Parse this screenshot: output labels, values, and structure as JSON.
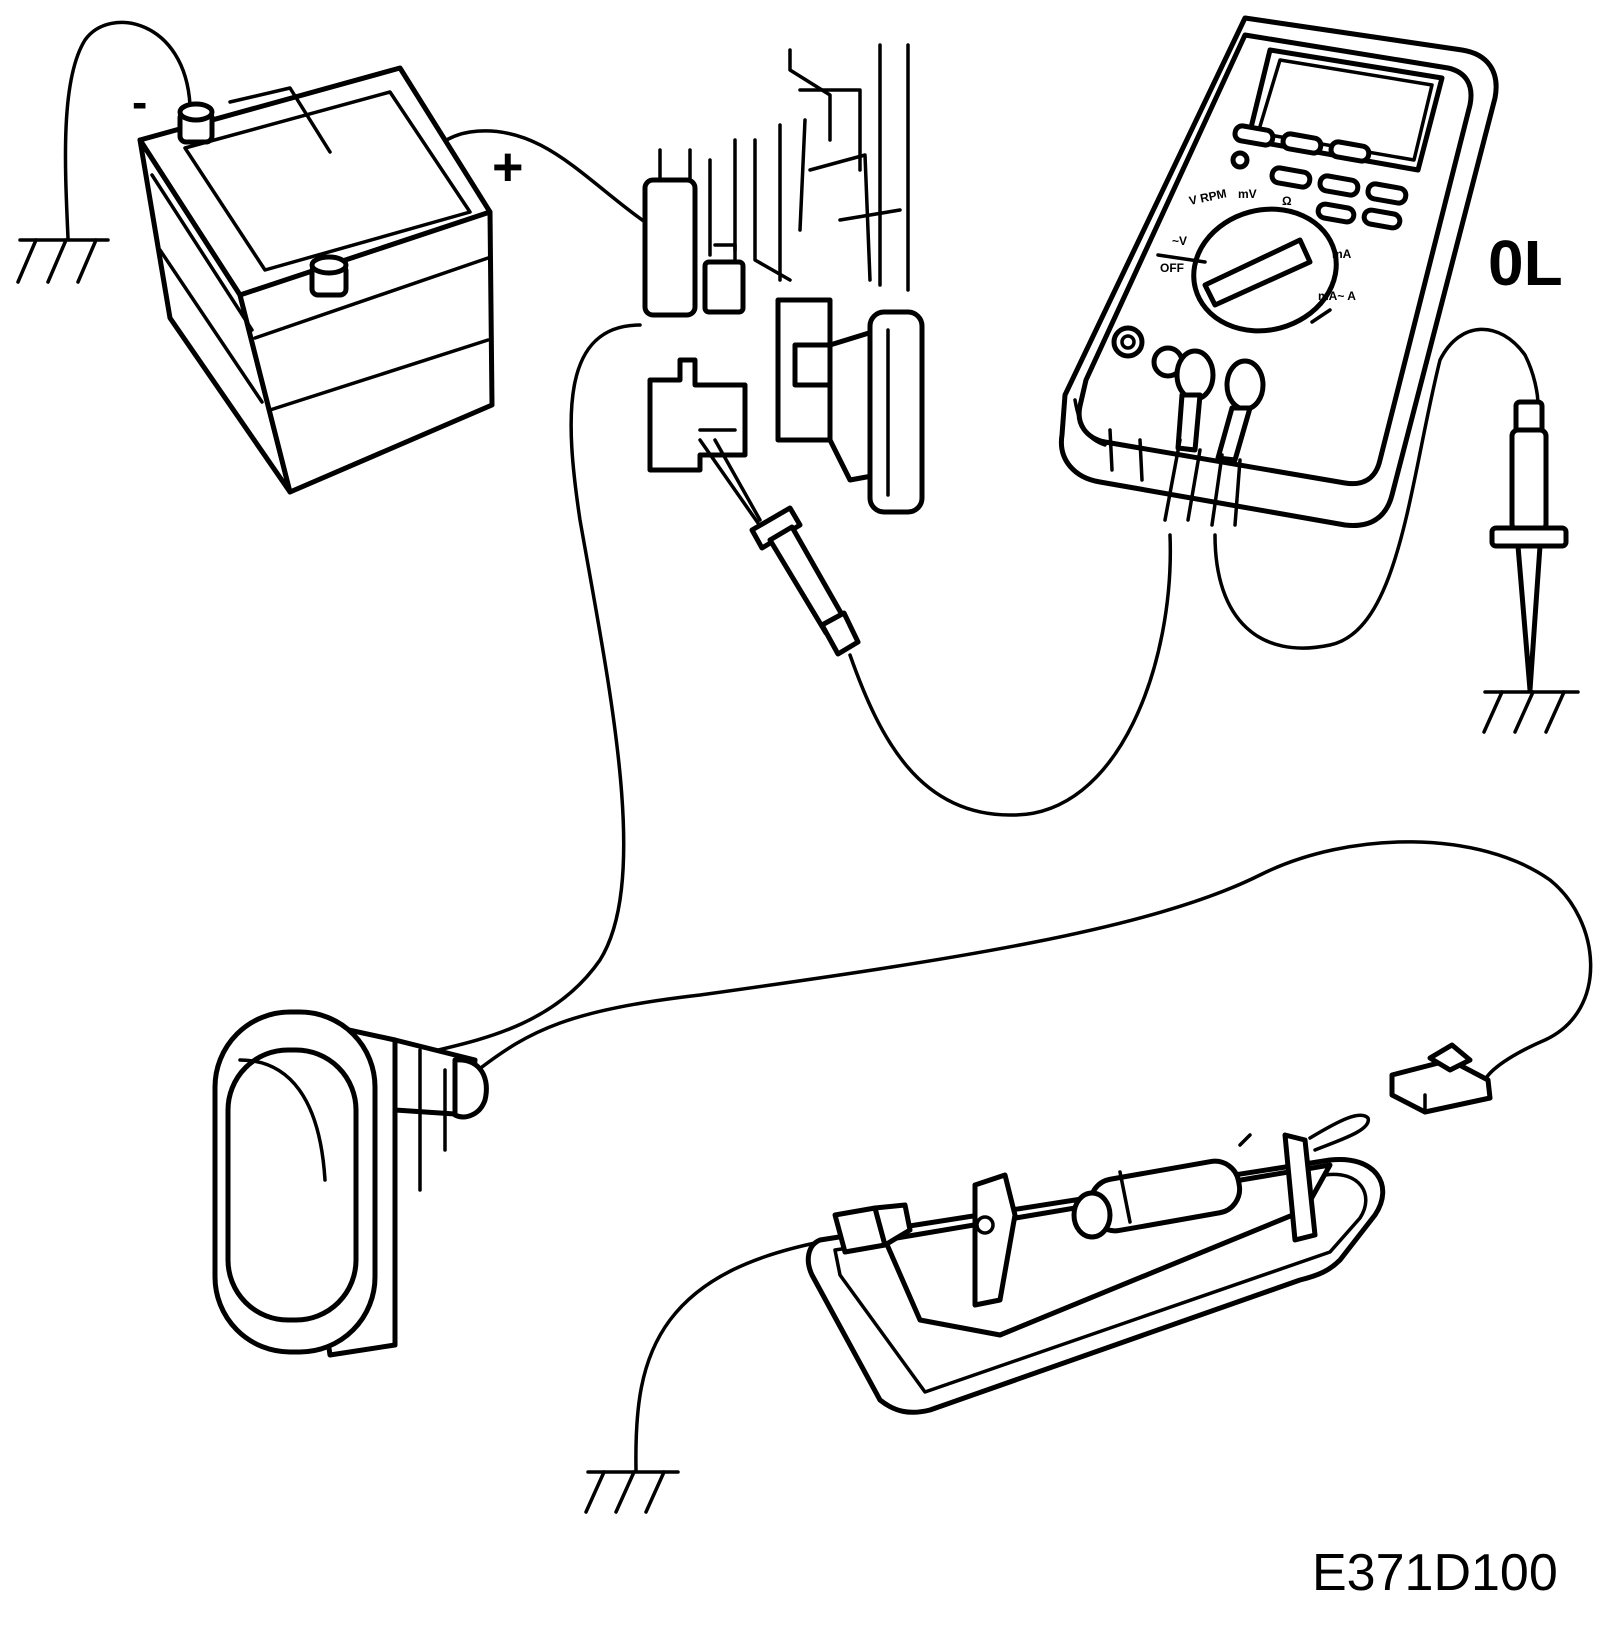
{
  "labels": {
    "battery_negative": "-",
    "battery_positive": "+",
    "meter_reading": "0L",
    "figure_code": "E371D100"
  },
  "multimeter": {
    "dial_marks": [
      "V RPM",
      "mV",
      "Ω",
      "~V",
      "OFF",
      "mA",
      "mA~ A"
    ]
  },
  "icons": [
    "ground-symbol",
    "battery",
    "fuse-box",
    "multimeter",
    "test-probe",
    "door-switch",
    "courtesy-lamp"
  ]
}
